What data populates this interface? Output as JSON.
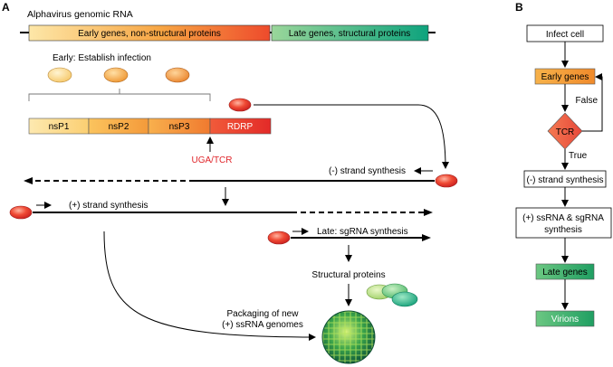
{
  "panels": {
    "a": "A",
    "b": "B"
  },
  "genome": {
    "title": "Alphavirus genomic RNA",
    "early_label": "Early genes, non-structural proteins",
    "late_label": "Late genes, structural proteins"
  },
  "early_heading": "Early: Establish infection",
  "nsp": [
    "nsP1",
    "nsP2",
    "nsP3",
    "RDRP"
  ],
  "readthrough": "UGA/TCR",
  "minus_strand": "(-) strand synthesis",
  "plus_strand": "(+) strand synthesis",
  "sgrna": "Late: sgRNA synthesis",
  "structural": "Structural proteins",
  "packaging": [
    "Packaging of new",
    "(+) ssRNA genomes"
  ],
  "flowchart": {
    "infect": "Infect cell",
    "early_genes": "Early genes",
    "tcr": "TCR",
    "false_label": "False",
    "true_label": "True",
    "minus": "(-) strand synthesis",
    "plus_line1": "(+) ssRNA & sgRNA",
    "plus_line2": "synthesis",
    "late_genes": "Late genes",
    "virions": "Virions"
  },
  "colors": {
    "early_start": "#fde3a0",
    "early_end": "#f0522a",
    "late_start": "#8fd08e",
    "late_end": "#0fa87c",
    "rdrp": "#ee3b2c",
    "red_text": "#e0262b",
    "green_box": "#3fb56f",
    "orange_box": "#f3a13b"
  }
}
